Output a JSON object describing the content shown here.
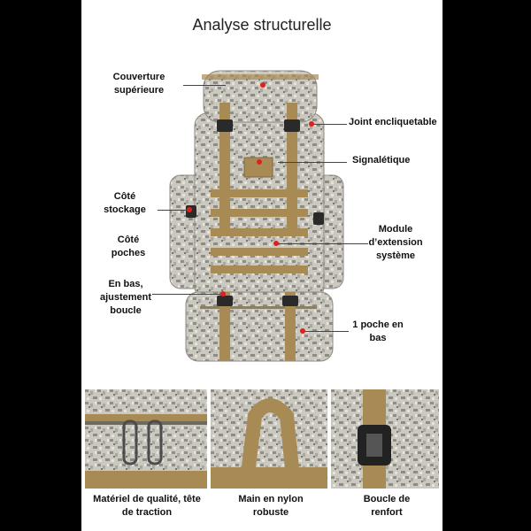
{
  "title": "Analyse structurelle",
  "callouts": {
    "couverture": "Couverture\nsupérieure",
    "joint": "Joint encliquetable",
    "signaletique": "Signalétique",
    "cote_stockage": "Côté\nstockage",
    "cote_poches": "Côté\npoches",
    "module": "Module\nd’extension\nsystème",
    "en_bas": "En bas,\najustement\nboucle",
    "poche": "1 poche en\nbas"
  },
  "details": [
    {
      "caption": "Matériel de qualité, tête\nde traction"
    },
    {
      "caption": "Main en nylon\nrobuste"
    },
    {
      "caption": "Boucle de\nrenfort"
    }
  ],
  "colors": {
    "camo_base": "#c9c6bd",
    "strap": "#a88a55",
    "marker": "#e02020"
  }
}
